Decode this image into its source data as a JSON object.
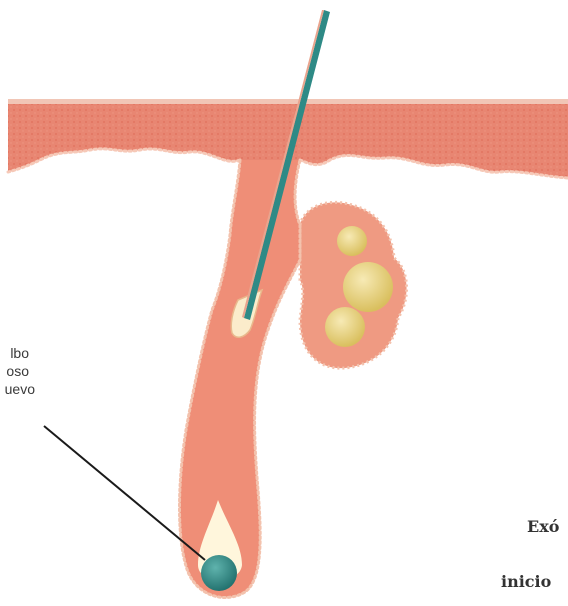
{
  "labels": {
    "left_line1": "lbo",
    "left_line2": "oso",
    "left_line3": "uevo",
    "right_bottom1": "Exó",
    "right_bottom2": "inicio"
  },
  "colors": {
    "skin_band": "#e97f6c",
    "skin_edge": "#f1b8a5",
    "follicle_fill": "#ef8e77",
    "follicle_dots": "#f3c2ad",
    "hair_shaft": "#2e8a86",
    "gland_fill": "#e9cf7a",
    "bulb": "#2e8a86",
    "papilla": "#fff6dc",
    "pointer_line": "#1a1a1a"
  },
  "icons": [
    "hair-follicle-illustration",
    "sebaceous-gland-icon",
    "hair-bulb-icon"
  ]
}
